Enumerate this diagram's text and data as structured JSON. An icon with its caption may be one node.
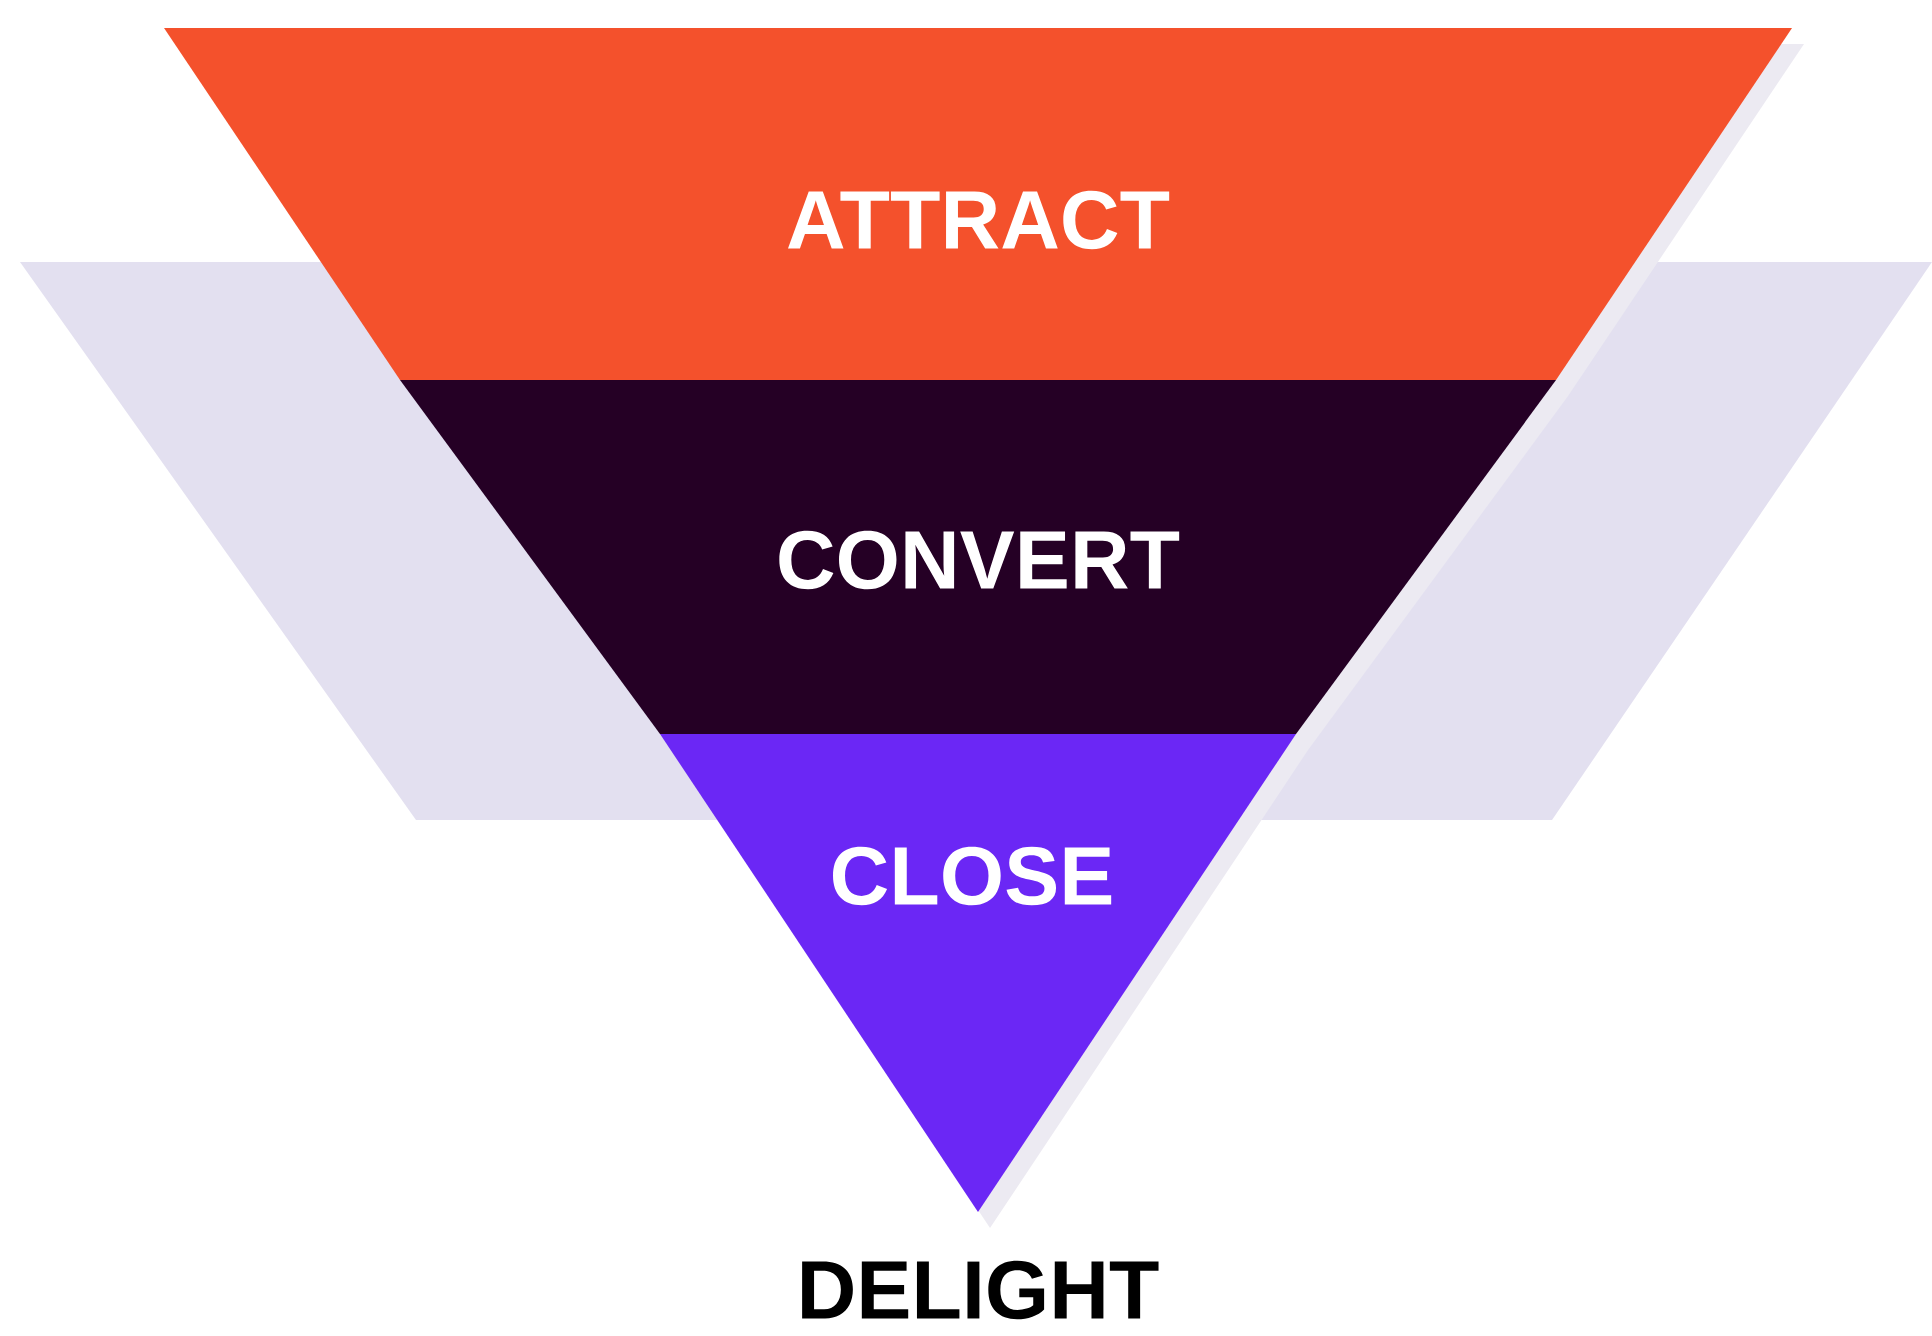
{
  "diagram": {
    "nodes": [
      {
        "text": [
          "ATTRACT"
        ]
      },
      {
        "text": [
          "CONVERT"
        ]
      },
      {
        "text": [
          "CLOSE"
        ]
      }
    ],
    "labels": [
      "DELIGHT"
    ]
  }
}
